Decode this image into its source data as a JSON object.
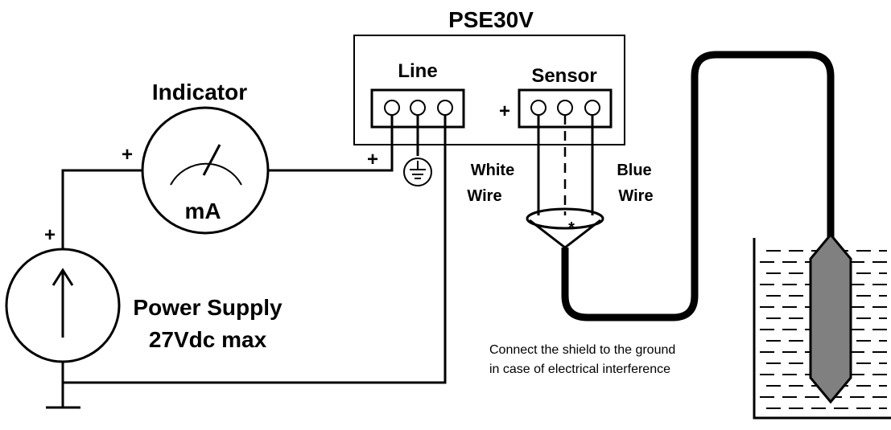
{
  "device": {
    "title": "PSE30V",
    "line_label": "Line",
    "sensor_label": "Sensor"
  },
  "indicator": {
    "title": "Indicator",
    "unit": "mA"
  },
  "power_supply": {
    "title": "Power Supply",
    "rating": "27Vdc max"
  },
  "wires": {
    "white_line1": "White",
    "white_line2": "Wire",
    "blue_line1": "Blue",
    "blue_line2": "Wire"
  },
  "polarity": {
    "plus": "+"
  },
  "shield": {
    "marker": "*"
  },
  "note": {
    "line1": "Connect the shield to the ground",
    "line2": "in case of electrical interference"
  }
}
